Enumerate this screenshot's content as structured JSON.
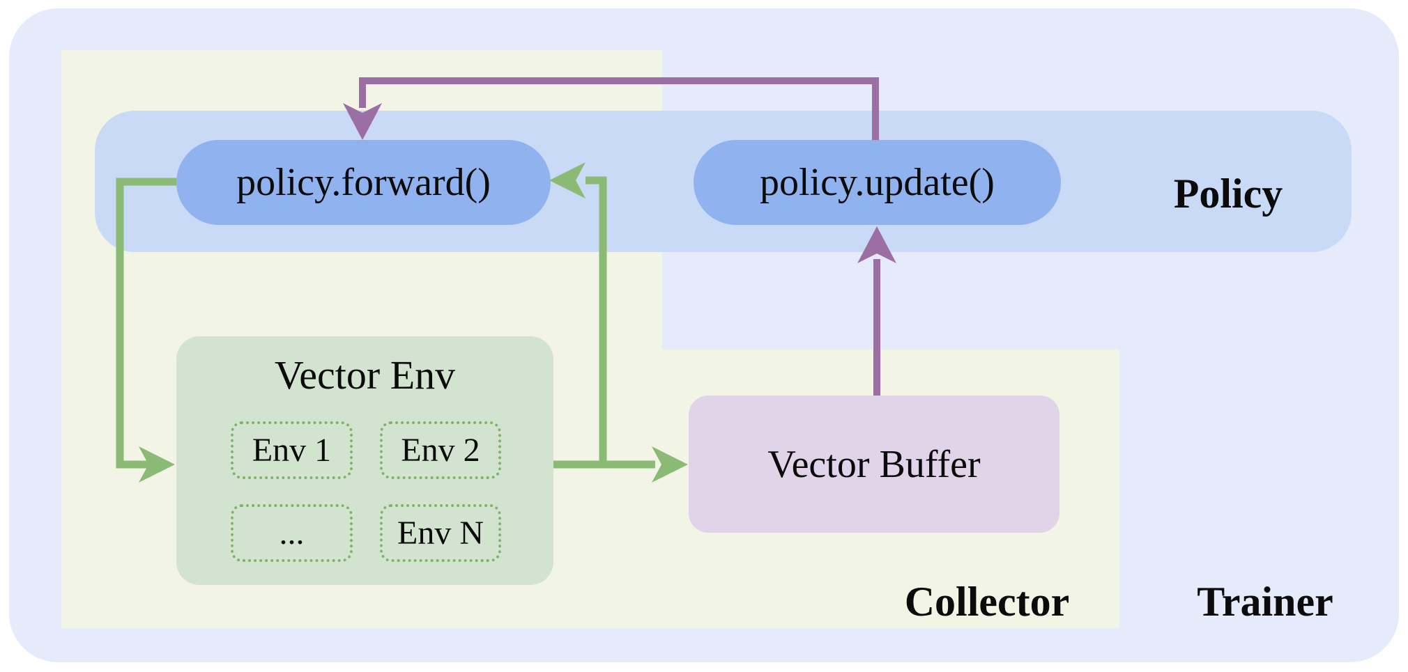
{
  "diagram": {
    "title_hint": "RL training loop: Policy / Collector / Trainer",
    "regions": {
      "trainer_label": "Trainer",
      "collector_label": "Collector",
      "policy_label": "Policy"
    },
    "nodes": {
      "policy_forward": {
        "label": "policy.forward()"
      },
      "policy_update": {
        "label": "policy.update()"
      },
      "vector_env": {
        "title": "Vector Env",
        "envs": [
          {
            "label": "Env 1"
          },
          {
            "label": "Env 2"
          },
          {
            "label": "..."
          },
          {
            "label": "Env N"
          }
        ]
      },
      "vector_buffer": {
        "label": "Vector Buffer"
      }
    },
    "arrows": [
      {
        "name": "forward-to-vector-env",
        "color": "green"
      },
      {
        "name": "vector-env-to-vector-buffer",
        "color": "green"
      },
      {
        "name": "vector-buffer-branch-to-forward",
        "color": "green"
      },
      {
        "name": "vector-buffer-to-update",
        "color": "purple"
      },
      {
        "name": "update-to-forward",
        "color": "purple"
      }
    ],
    "colors": {
      "trainer_bg": "#e5ebfb",
      "collector_bg": "#f2f5e6",
      "policy_band_bg": "#c8daf5",
      "pill_bg": "#90b3ef",
      "vector_env_bg": "#d2e4cf",
      "env_dashed_border": "#7db469",
      "vector_buffer_bg": "#e1d3e8",
      "green_arrow": "#8bba74",
      "purple_arrow": "#9c6fa4",
      "text": "#0b0b0b"
    }
  }
}
